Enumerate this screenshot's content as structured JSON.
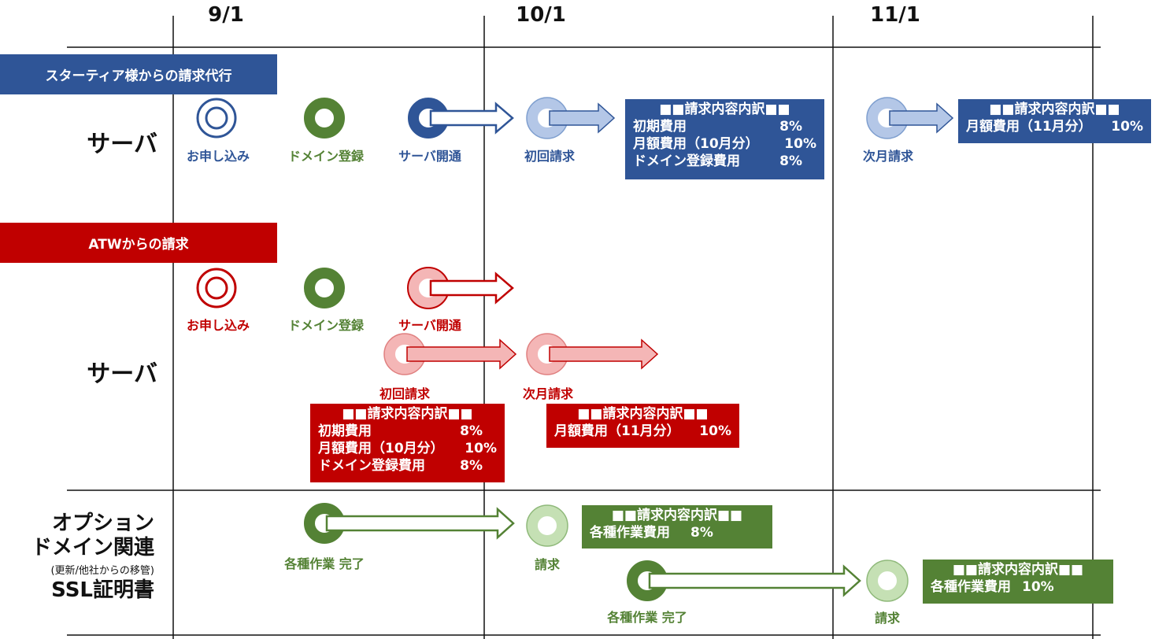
{
  "colors": {
    "blue": "#2f5597",
    "red": "#c00000",
    "green": "#548235",
    "light_blue": "#b4c7e7",
    "light_red": "#f4b6b6",
    "light_green": "#c5e0b4"
  },
  "dates": [
    "9/1",
    "10/1",
    "11/1"
  ],
  "section1": {
    "header": "スターティア様からの請求代行",
    "row_label": "サーバ",
    "labels": {
      "apply": "お申し込み",
      "domain": "ドメイン登録",
      "open": "サーバ開通",
      "first": "初回請求",
      "next": "次月請求"
    },
    "box1": {
      "title": "■■請求内容内訳■■",
      "rows": [
        [
          "初期費用",
          "8%"
        ],
        [
          "月額費用（10月分）",
          "10%"
        ],
        [
          "ドメイン登録費用",
          "8%"
        ]
      ]
    },
    "box2": {
      "title": "■■請求内容内訳■■",
      "rows": [
        [
          "月額費用（11月分）",
          "10%"
        ]
      ]
    }
  },
  "section2": {
    "header": "ATWからの請求",
    "row_label": "サーバ",
    "labels": {
      "apply": "お申し込み",
      "domain": "ドメイン登録",
      "open": "サーバ開通",
      "first": "初回請求",
      "next": "次月請求"
    },
    "box1": {
      "title": "■■請求内容内訳■■",
      "rows": [
        [
          "初期費用",
          "8%"
        ],
        [
          "月額費用（10月分）",
          "10%"
        ],
        [
          "ドメイン登録費用",
          "8%"
        ]
      ]
    },
    "box2": {
      "title": "■■請求内容内訳■■",
      "rows": [
        [
          "月額費用（11月分）",
          "10%"
        ]
      ]
    }
  },
  "section3": {
    "row_label_1": "オプション",
    "row_label_2": "ドメイン関連",
    "row_label_3": "(更新/他社からの移管)",
    "row_label_4": "SSL証明書",
    "labels": {
      "work1": "各種作業 完了",
      "bill1": "請求",
      "work2": "各種作業 完了",
      "bill2": "請求"
    },
    "box1": {
      "title": "■■請求内容内訳■■",
      "rows": [
        [
          "各種作業費用",
          "8%"
        ]
      ]
    },
    "box2": {
      "title": "■■請求内容内訳■■",
      "rows": [
        [
          "各種作業費用",
          "10%"
        ]
      ]
    }
  }
}
